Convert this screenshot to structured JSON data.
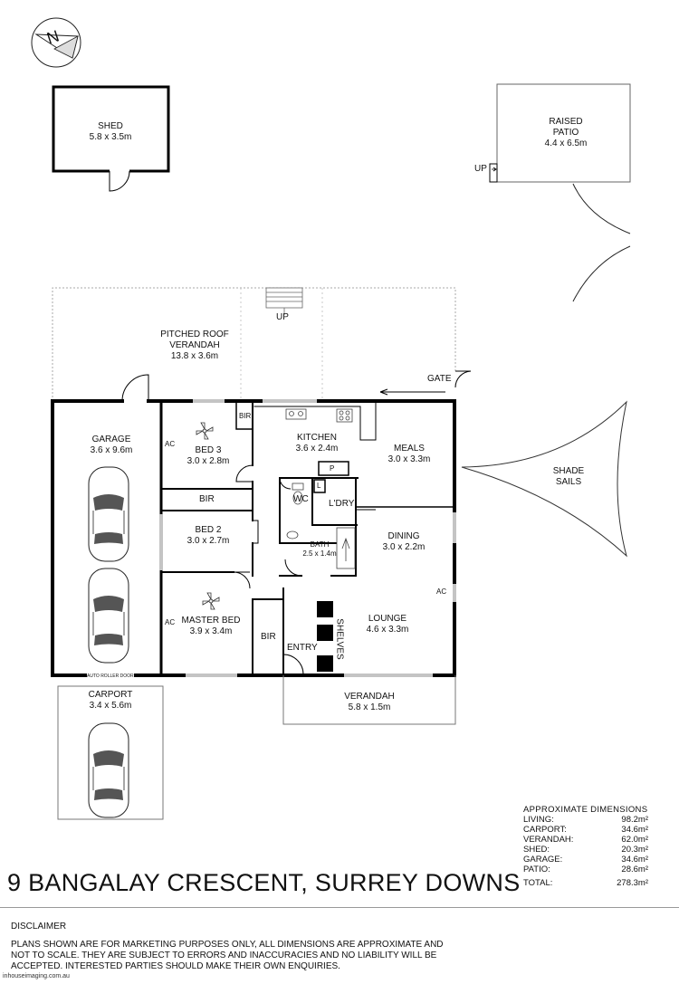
{
  "rooms": {
    "shed": {
      "name": "SHED",
      "size": "5.8 x 3.5m"
    },
    "patio": {
      "name1": "RAISED",
      "name2": "PATIO",
      "size": "4.4 x 6.5m"
    },
    "patio_up": "UP",
    "verandah_top": {
      "name1": "PITCHED ROOF",
      "name2": "VERANDAH",
      "size": "13.8 x 3.6m"
    },
    "verandah_up": "UP",
    "gate": "GATE",
    "shade": {
      "name1": "SHADE",
      "name2": "SAILS"
    },
    "garage": {
      "name": "GARAGE",
      "size": "3.6 x 9.6m"
    },
    "auto_door": "AUTO ROLLER DOOR",
    "bed3": {
      "name": "BED 3",
      "size": "3.0 x 2.8m"
    },
    "kitchen": {
      "name": "KITCHEN",
      "size": "3.6 x 2.4m"
    },
    "meals": {
      "name": "MEALS",
      "size": "3.0 x 3.3m"
    },
    "bed2": {
      "name": "BED 2",
      "size": "3.0 x 2.7m"
    },
    "dining": {
      "name": "DINING",
      "size": "3.0 x 2.2m"
    },
    "bath": {
      "name": "BATH",
      "size": "2.5 x 1.4m"
    },
    "master": {
      "name": "MASTER BED",
      "size": "3.9 x 3.4m"
    },
    "lounge": {
      "name": "LOUNGE",
      "size": "4.6 x 3.3m"
    },
    "carport": {
      "name": "CARPORT",
      "size": "3.4 x 5.6m"
    },
    "verandah_front": {
      "name": "VERANDAH",
      "size": "5.8 x 1.5m"
    },
    "bir": "BIR",
    "ac": "AC",
    "wc": "WC",
    "ldry": "L'DRY",
    "p": "P",
    "l": "L",
    "entry": "ENTRY",
    "shelves": "SHELVES",
    "compass": "N"
  },
  "address": "9 BANGALAY CRESCENT, SURREY DOWNS",
  "dimensions": {
    "title": "APPROXIMATE DIMENSIONS",
    "rows": [
      {
        "label": "LIVING:",
        "value": "98.2m²"
      },
      {
        "label": "CARPORT:",
        "value": "34.6m²"
      },
      {
        "label": "VERANDAH:",
        "value": "62.0m²"
      },
      {
        "label": "SHED:",
        "value": "20.3m²"
      },
      {
        "label": "GARAGE:",
        "value": "34.6m²"
      },
      {
        "label": "PATIO:",
        "value": "28.6m²"
      }
    ],
    "total": {
      "label": "TOTAL:",
      "value": "278.3m²"
    }
  },
  "disclaimer": {
    "heading": "DISCLAIMER",
    "lines": [
      "PLANS SHOWN ARE FOR MARKETING PURPOSES ONLY, ALL DIMENSIONS ARE APPROXIMATE AND",
      "NOT TO SCALE. THEY ARE SUBJECT TO ERRORS AND INACCURACIES AND NO LIABILITY WILL BE",
      "ACCEPTED. INTERESTED PARTIES SHOULD MAKE THEIR OWN ENQUIRIES."
    ]
  },
  "footer": "inhouseimaging.com.au"
}
